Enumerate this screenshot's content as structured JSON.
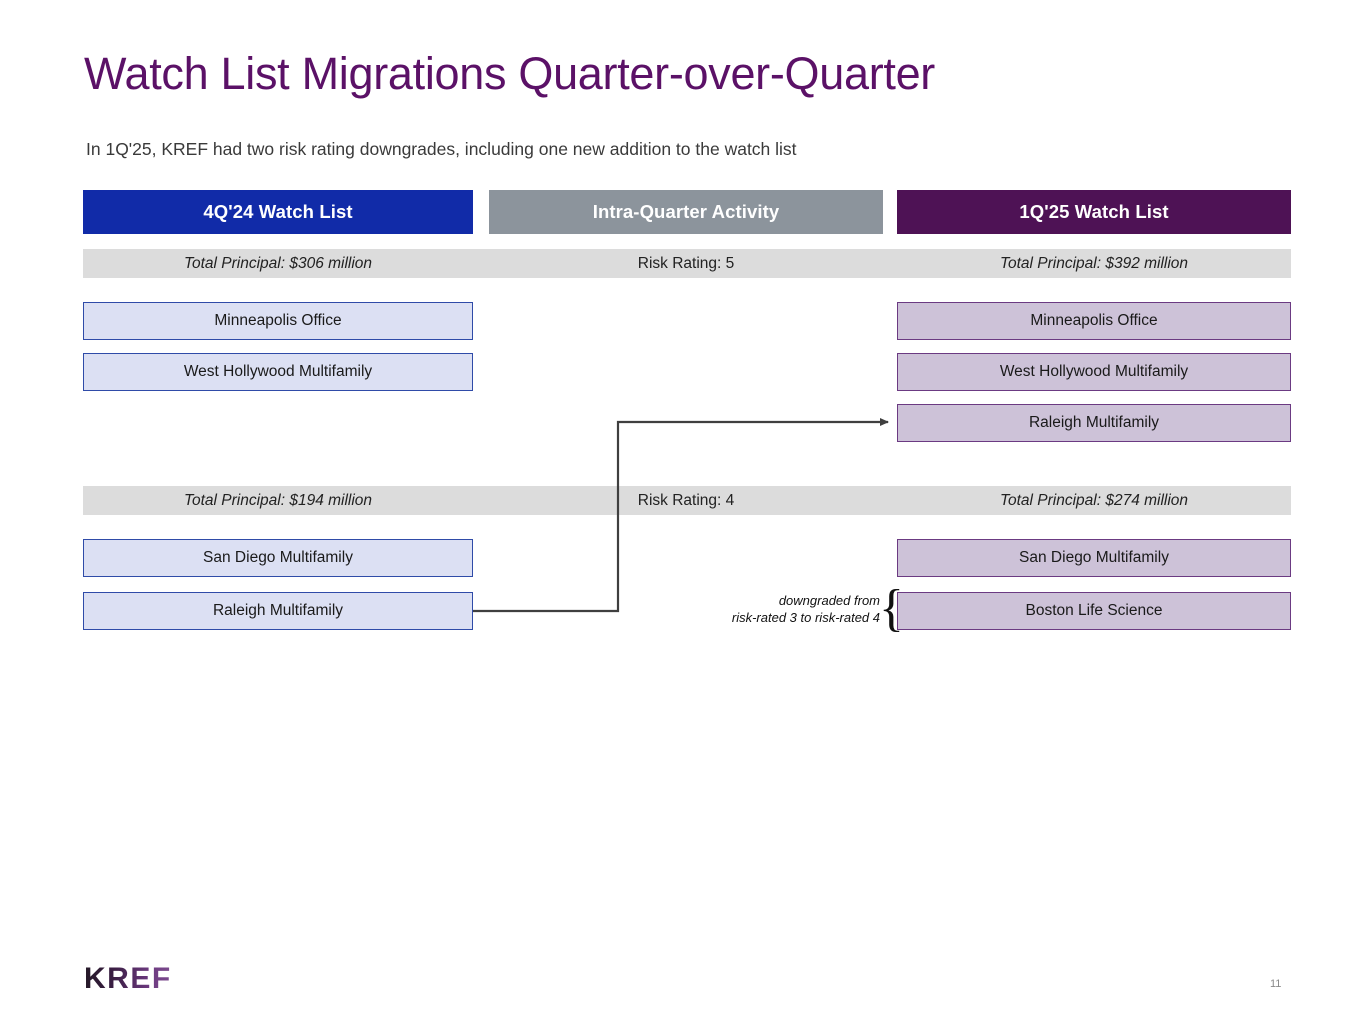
{
  "slide": {
    "title": "Watch List Migrations Quarter-over-Quarter",
    "subtitle": "In 1Q'25, KREF had two risk rating downgrades, including one new addition to the watch list",
    "page_number": "11",
    "logo": "KREF"
  },
  "colors": {
    "title_purple": "#5b1167",
    "header_blue": "#112ba8",
    "header_gray": "#8c949c",
    "header_purple": "#4e1255",
    "band_gray": "#dcdcdc",
    "left_box_fill": "#dce0f3",
    "left_box_border": "#2f4ba8",
    "right_box_fill": "#cdc2d8",
    "right_box_border": "#6b3a82",
    "connector": "#3f3f3f"
  },
  "columns": {
    "left": {
      "header": "4Q'24 Watch List"
    },
    "middle": {
      "header": "Intra-Quarter Activity"
    },
    "right": {
      "header": "1Q'25 Watch List"
    }
  },
  "sections": [
    {
      "id": "risk-rating-5",
      "left_band": "Total Principal: $306 million",
      "middle_band": "Risk Rating: 5",
      "right_band": "Total Principal: $392 million",
      "left_items": [
        "Minneapolis Office",
        "West Hollywood Multifamily"
      ],
      "right_items": [
        "Minneapolis Office",
        "West Hollywood Multifamily",
        "Raleigh Multifamily"
      ]
    },
    {
      "id": "risk-rating-4",
      "left_band": "Total Principal: $194 million",
      "middle_band": "Risk Rating: 4",
      "right_band": "Total Principal: $274 million",
      "left_items": [
        "San Diego Multifamily",
        "Raleigh Multifamily"
      ],
      "right_items": [
        "San Diego Multifamily",
        "Boston Life Science"
      ]
    }
  ],
  "annotation": {
    "line1": "downgraded from",
    "line2": "risk-rated 3 to risk-rated 4",
    "brace": "{"
  }
}
